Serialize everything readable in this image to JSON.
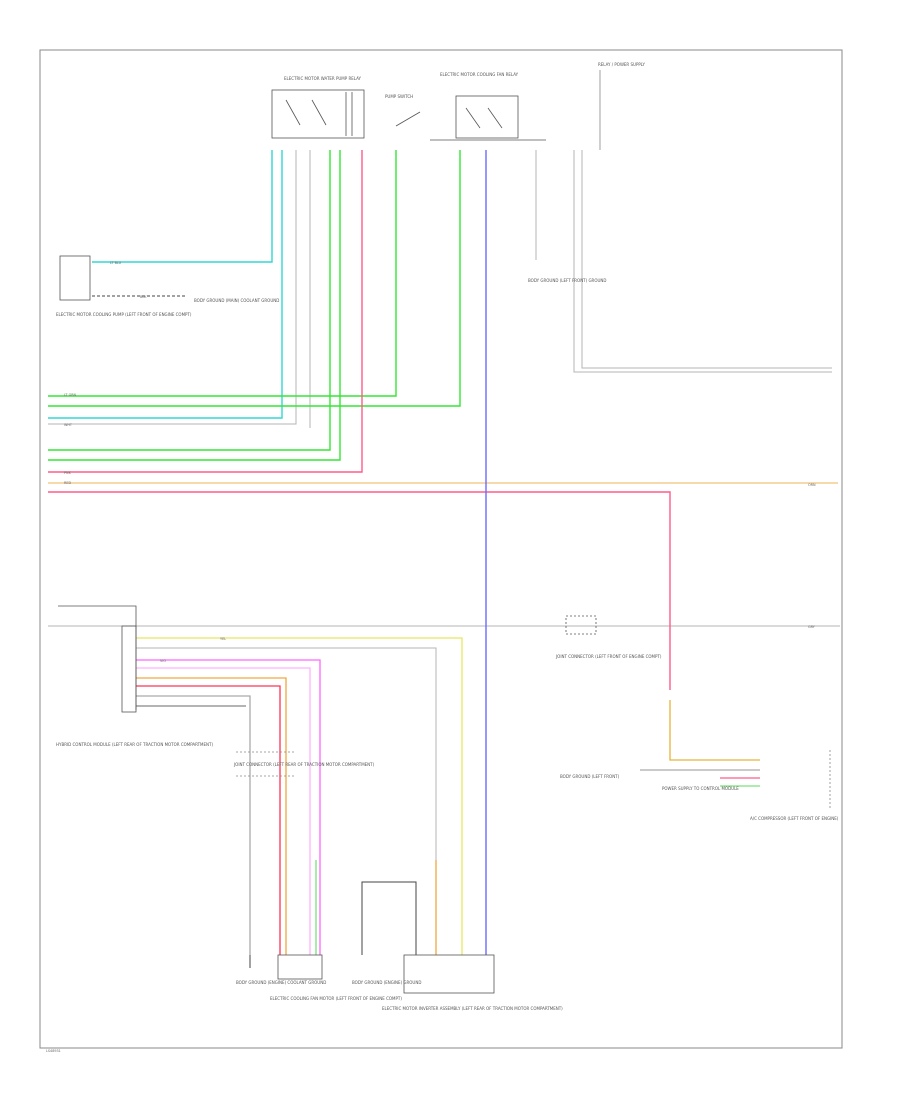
{
  "diagram": {
    "footer_code": "LS48931",
    "components": {
      "relay_left": "ELECTRIC MOTOR WATER PUMP RELAY",
      "relay_mid_switch": "PUMP SWITCH",
      "relay_right": "ELECTRIC MOTOR COOLING FAN RELAY",
      "relay_far": "RELAY / POWER SUPPLY",
      "connector_left": "ELECTRIC MOTOR COOLING PUMP (LEFT FRONT OF ENGINE COMPT)",
      "ground_upper_left": "BODY GROUND (MAIN) COOLANT GROUND",
      "ground_upper_right": "BODY GROUND (LEFT FRONT) GROUND",
      "ecu_left": "HYBRID CONTROL MODULE (LEFT REAR OF TRACTION MOTOR COMPARTMENT)",
      "junction_left": "JOINT CONNECTOR (LEFT REAR OF TRACTION MOTOR COMPARTMENT)",
      "junction_right": "JOINT CONNECTOR (LEFT FRONT OF ENGINE COMPT)",
      "ground_right": "BODY GROUND (LEFT FRONT)",
      "module_right_label": "POWER SUPPLY TO CONTROL MODULE",
      "compressor_right": "A/C COMPRESSOR (LEFT FRONT OF ENGINE)",
      "ground_bottom_left": "BODY GROUND (ENGINE) COOLANT GROUND",
      "motor_bottom": "ELECTRIC COOLING FAN MOTOR (LEFT FRONT OF ENGINE COMPT)",
      "ground_bottom_mid": "BODY GROUND (ENGINE) GROUND",
      "module_bottom": "ELECTRIC MOTOR INVERTER ASSEMBLY (LEFT REAR OF TRACTION MOTOR COMPARTMENT)"
    },
    "wires": {
      "blu": "LT BLU",
      "grn": "LT GRN",
      "wht": "WHT",
      "pnk": "PNK",
      "red": "RED",
      "ora": "ORN",
      "yel": "YEL",
      "vio": "VIO",
      "blk": "BLK",
      "gry": "GRY"
    },
    "colors": {
      "cyan": "#33d6d6",
      "green": "#33e633",
      "pink": "#ff5c8a",
      "blue": "#6b6bff",
      "yellow": "#e8e860",
      "orange": "#f2a640",
      "magenta": "#ff66ff",
      "red": "#ff3355",
      "grey": "#aaaaaa",
      "ltgreen": "#7be07b"
    }
  }
}
